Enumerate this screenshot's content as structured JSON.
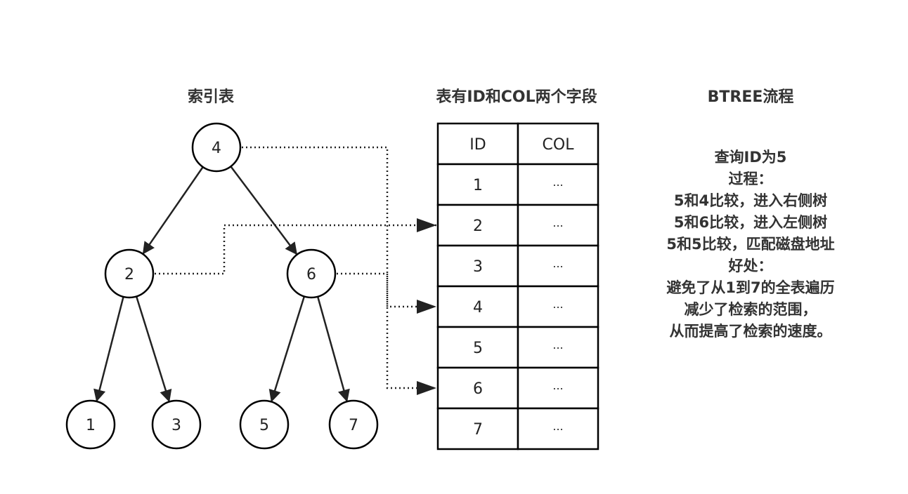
{
  "titles": {
    "index_table": "索引表",
    "data_table": "表有ID和COL两个字段",
    "btree_flow": "BTREE流程"
  },
  "tree": {
    "nodes": [
      {
        "id": "n4",
        "label": "4"
      },
      {
        "id": "n2",
        "label": "2"
      },
      {
        "id": "n6",
        "label": "6"
      },
      {
        "id": "n1",
        "label": "1"
      },
      {
        "id": "n3",
        "label": "3"
      },
      {
        "id": "n5",
        "label": "5"
      },
      {
        "id": "n7",
        "label": "7"
      }
    ],
    "edges": [
      [
        "n4",
        "n2"
      ],
      [
        "n4",
        "n6"
      ],
      [
        "n2",
        "n1"
      ],
      [
        "n2",
        "n3"
      ],
      [
        "n6",
        "n5"
      ],
      [
        "n6",
        "n7"
      ]
    ],
    "pointers": [
      {
        "from": "n4",
        "to_row": "4"
      },
      {
        "from": "n2",
        "to_row": "2"
      },
      {
        "from": "n6",
        "to_row": "6"
      }
    ]
  },
  "table": {
    "headers": [
      "ID",
      "COL"
    ],
    "rows": [
      [
        "1",
        "..."
      ],
      [
        "2",
        "..."
      ],
      [
        "3",
        "..."
      ],
      [
        "4",
        "..."
      ],
      [
        "5",
        "..."
      ],
      [
        "6",
        "..."
      ],
      [
        "7",
        "..."
      ]
    ]
  },
  "description": [
    "查询ID为5",
    "过程：",
    "5和4比较，进入右侧树",
    "5和6比较，进入左侧树",
    "5和5比较，匹配磁盘地址",
    "好处：",
    "避免了从1到7的全表遍历",
    "减少了检索的范围，",
    "从而提高了检索的速度。"
  ]
}
